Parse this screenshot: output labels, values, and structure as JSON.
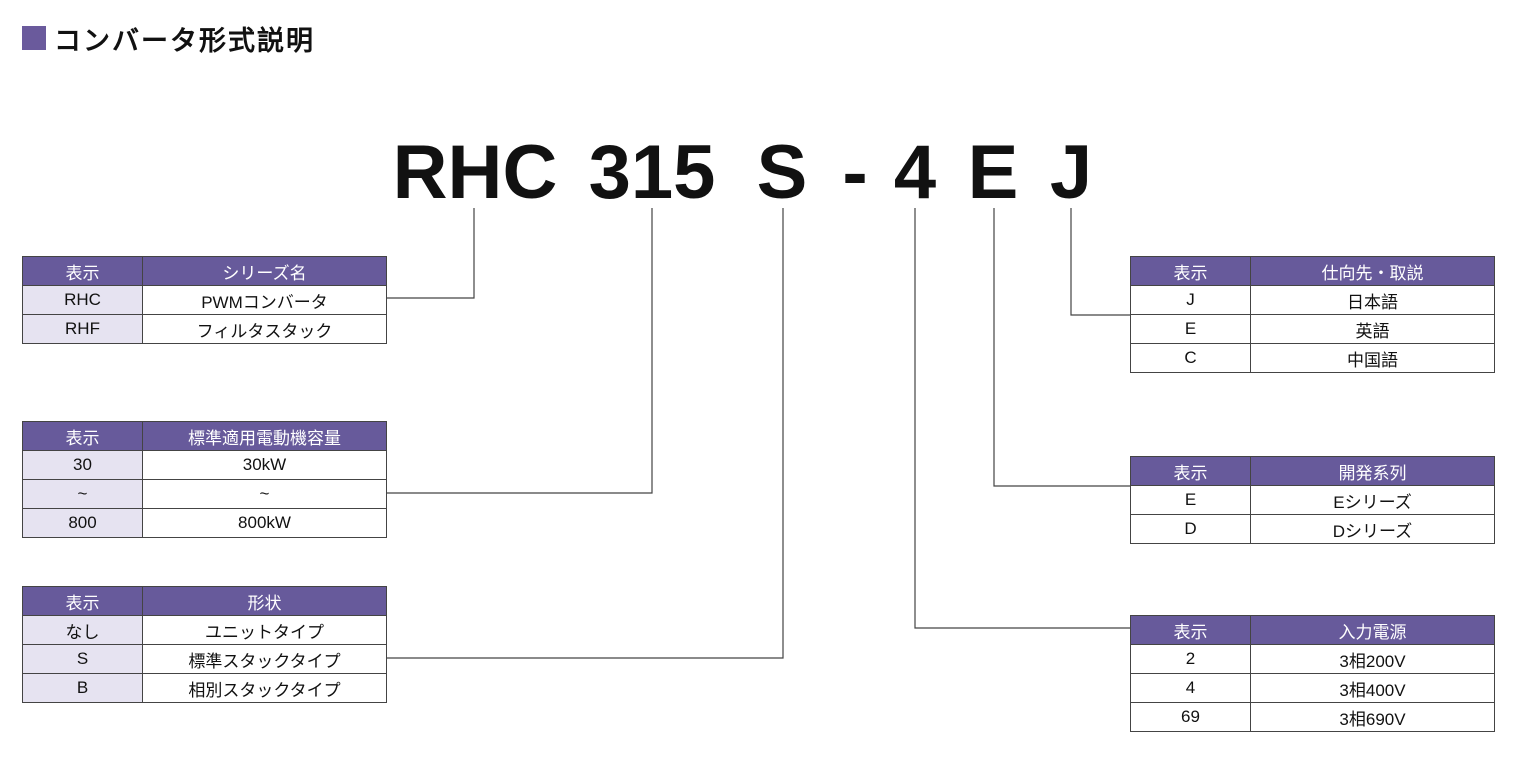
{
  "title": "コンバータ形式説明",
  "model_code": [
    "RHC",
    "315",
    "S",
    "-",
    "4",
    "E",
    "J"
  ],
  "tables": {
    "series": {
      "headers": [
        "表示",
        "シリーズ名"
      ],
      "rows": [
        [
          "RHC",
          "PWMコンバータ"
        ],
        [
          "RHF",
          "フィルタスタック"
        ]
      ]
    },
    "capacity": {
      "headers": [
        "表示",
        "標準適用電動機容量"
      ],
      "rows": [
        [
          "30",
          "30kW"
        ],
        [
          "~",
          "~"
        ],
        [
          "800",
          "800kW"
        ]
      ]
    },
    "shape": {
      "headers": [
        "表示",
        "形状"
      ],
      "rows": [
        [
          "なし",
          "ユニットタイプ"
        ],
        [
          "S",
          "標準スタックタイプ"
        ],
        [
          "B",
          "相別スタックタイプ"
        ]
      ]
    },
    "destination": {
      "headers": [
        "表示",
        "仕向先・取説"
      ],
      "rows": [
        [
          "J",
          "日本語"
        ],
        [
          "E",
          "英語"
        ],
        [
          "C",
          "中国語"
        ]
      ]
    },
    "development": {
      "headers": [
        "表示",
        "開発系列"
      ],
      "rows": [
        [
          "E",
          "Eシリーズ"
        ],
        [
          "D",
          "Dシリーズ"
        ]
      ]
    },
    "power": {
      "headers": [
        "表示",
        "入力電源"
      ],
      "rows": [
        [
          "2",
          "3相200V"
        ],
        [
          "4",
          "3相400V"
        ],
        [
          "69",
          "3相690V"
        ]
      ]
    }
  },
  "colors": {
    "header_bg": "#675a9b",
    "key_bg": "#e6e3f1",
    "title_square": "#6a5a9c",
    "line": "#444444"
  }
}
